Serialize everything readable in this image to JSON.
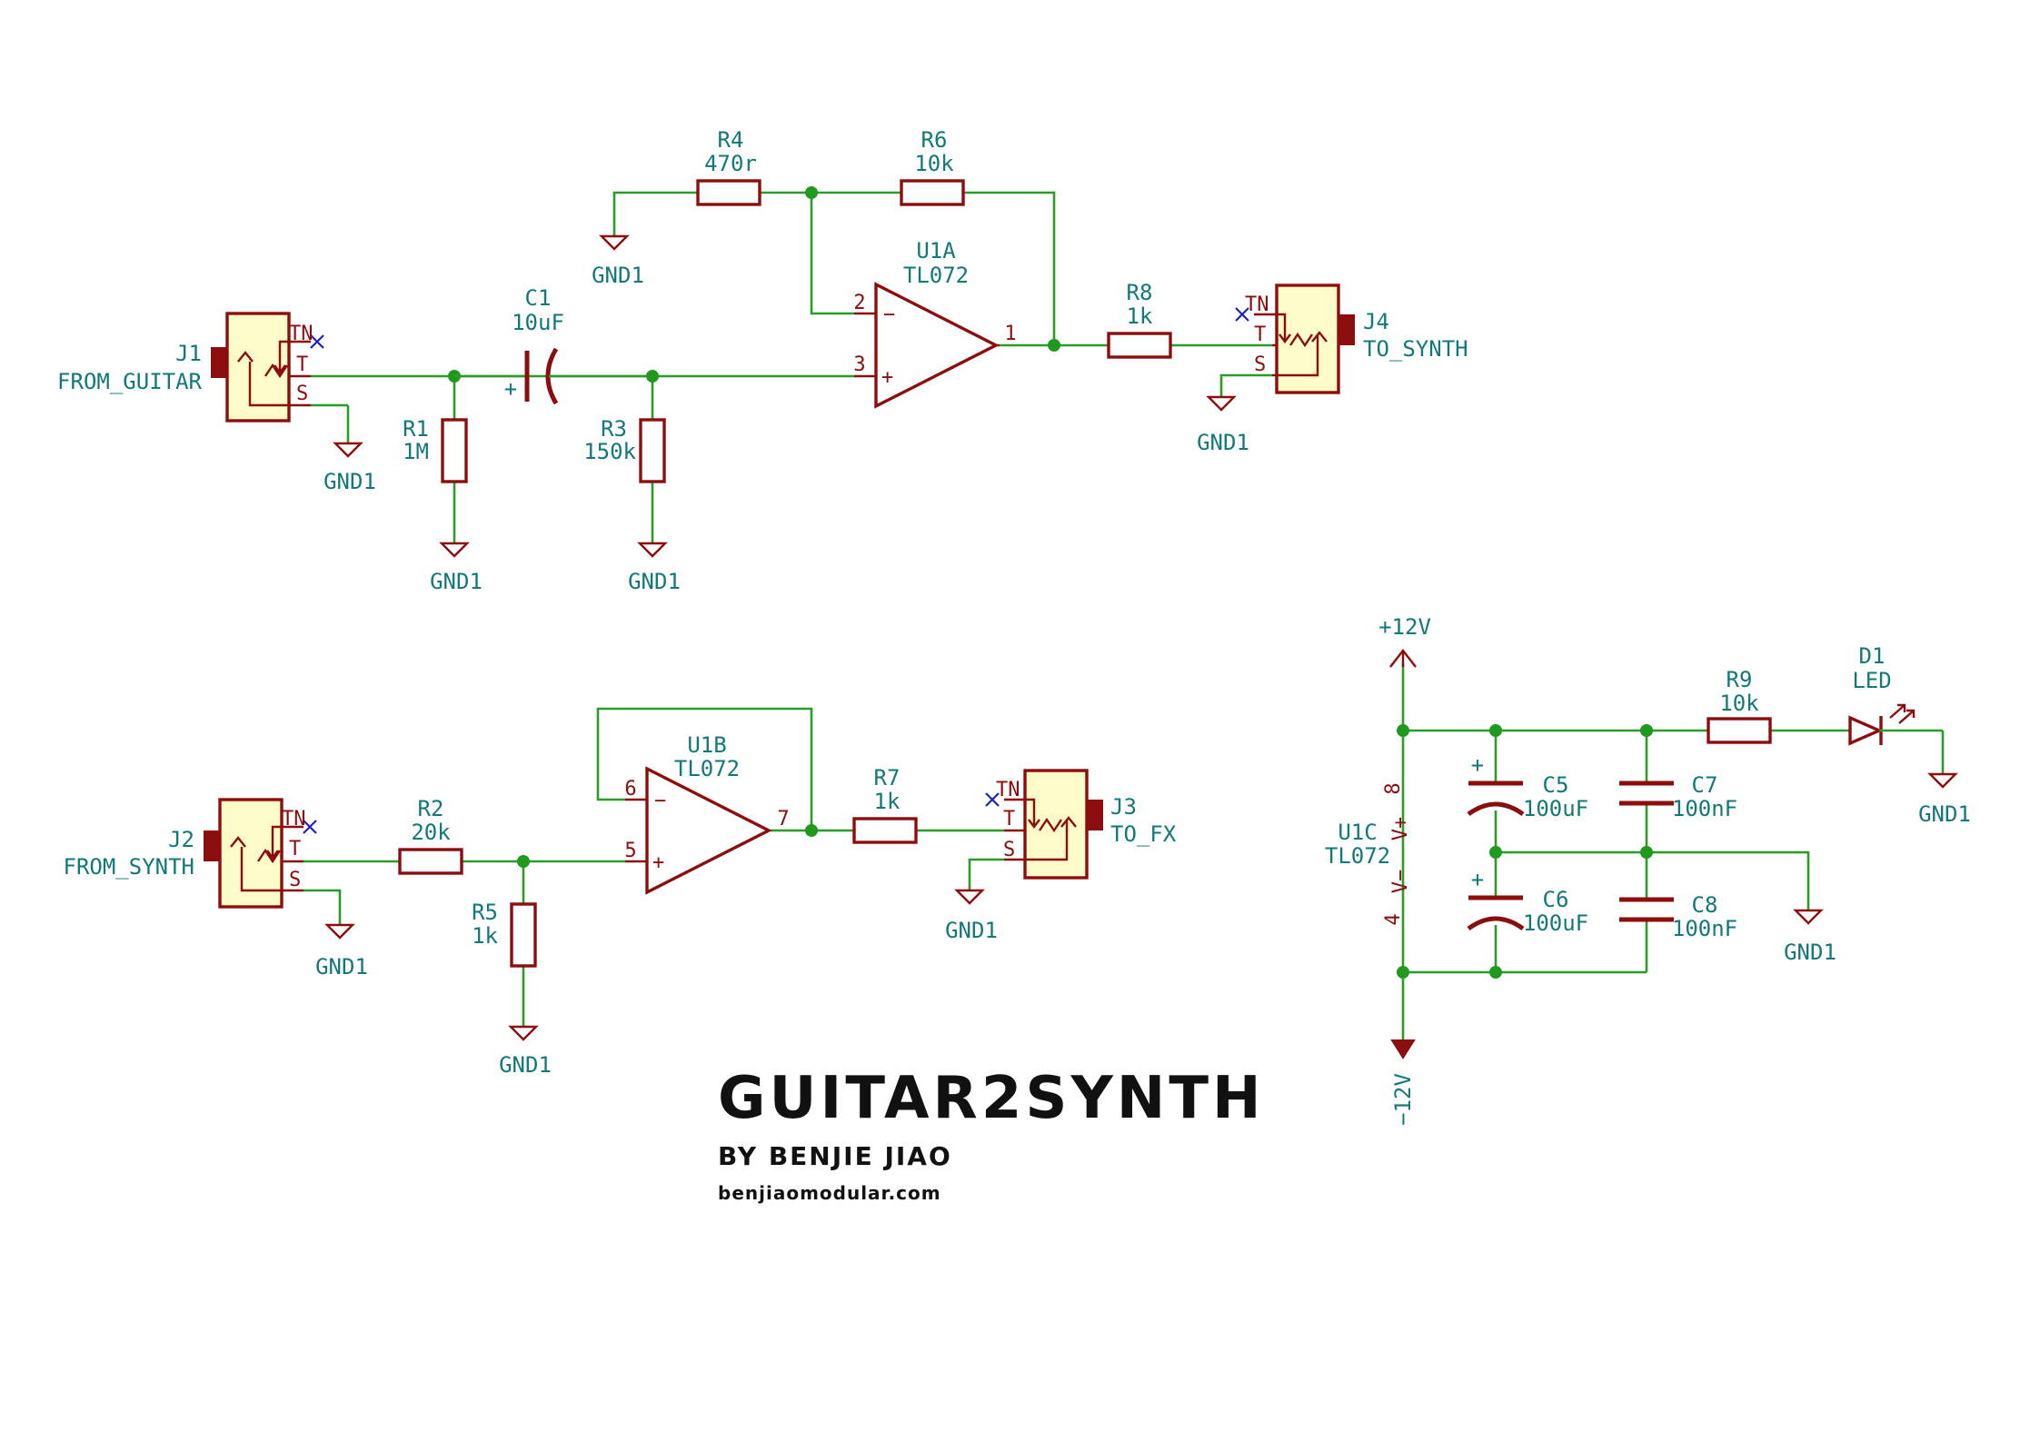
{
  "title": {
    "main": "GUITAR2SYNTH",
    "byline": "BY BENJIE JIAO",
    "website": "benjiaomodular.com"
  },
  "ground_label": "GND1",
  "connectors": {
    "j1": {
      "ref": "J1",
      "value": "FROM_GUITAR",
      "pins": {
        "tn": "TN",
        "t": "T",
        "s": "S"
      }
    },
    "j2": {
      "ref": "J2",
      "value": "FROM_SYNTH",
      "pins": {
        "tn": "TN",
        "t": "T",
        "s": "S"
      }
    },
    "j3": {
      "ref": "J3",
      "value": "TO_FX",
      "pins": {
        "tn": "TN",
        "t": "T",
        "s": "S"
      }
    },
    "j4": {
      "ref": "J4",
      "value": "TO_SYNTH",
      "pins": {
        "tn": "TN",
        "t": "T",
        "s": "S"
      }
    }
  },
  "resistors": {
    "r1": {
      "ref": "R1",
      "value": "1M"
    },
    "r2": {
      "ref": "R2",
      "value": "20k"
    },
    "r3": {
      "ref": "R3",
      "value": "150k"
    },
    "r4": {
      "ref": "R4",
      "value": "470r"
    },
    "r5": {
      "ref": "R5",
      "value": "1k"
    },
    "r6": {
      "ref": "R6",
      "value": "10k"
    },
    "r7": {
      "ref": "R7",
      "value": "1k"
    },
    "r8": {
      "ref": "R8",
      "value": "1k"
    },
    "r9": {
      "ref": "R9",
      "value": "10k"
    }
  },
  "capacitors": {
    "c1": {
      "ref": "C1",
      "value": "10uF",
      "polarity": "+"
    },
    "c5": {
      "ref": "C5",
      "value": "100uF",
      "polarity": "+"
    },
    "c6": {
      "ref": "C6",
      "value": "100uF",
      "polarity": "+"
    },
    "c7": {
      "ref": "C7",
      "value": "100nF"
    },
    "c8": {
      "ref": "C8",
      "value": "100nF"
    }
  },
  "opamps": {
    "u1a": {
      "ref": "U1A",
      "value": "TL072",
      "pins": {
        "inv": "2",
        "noninv": "3",
        "out": "1"
      },
      "signs": {
        "inv": "−",
        "noninv": "+"
      }
    },
    "u1b": {
      "ref": "U1B",
      "value": "TL072",
      "pins": {
        "inv": "6",
        "noninv": "5",
        "out": "7"
      },
      "signs": {
        "inv": "−",
        "noninv": "+"
      }
    },
    "u1c": {
      "ref": "U1C",
      "value": "TL072",
      "pins": {
        "vplus": "8",
        "vminus": "4"
      },
      "pin_names": {
        "vplus": "V+",
        "vminus": "V−"
      }
    }
  },
  "led": {
    "ref": "D1",
    "value": "LED"
  },
  "power": {
    "positive": "+12V",
    "negative": "−12V"
  }
}
